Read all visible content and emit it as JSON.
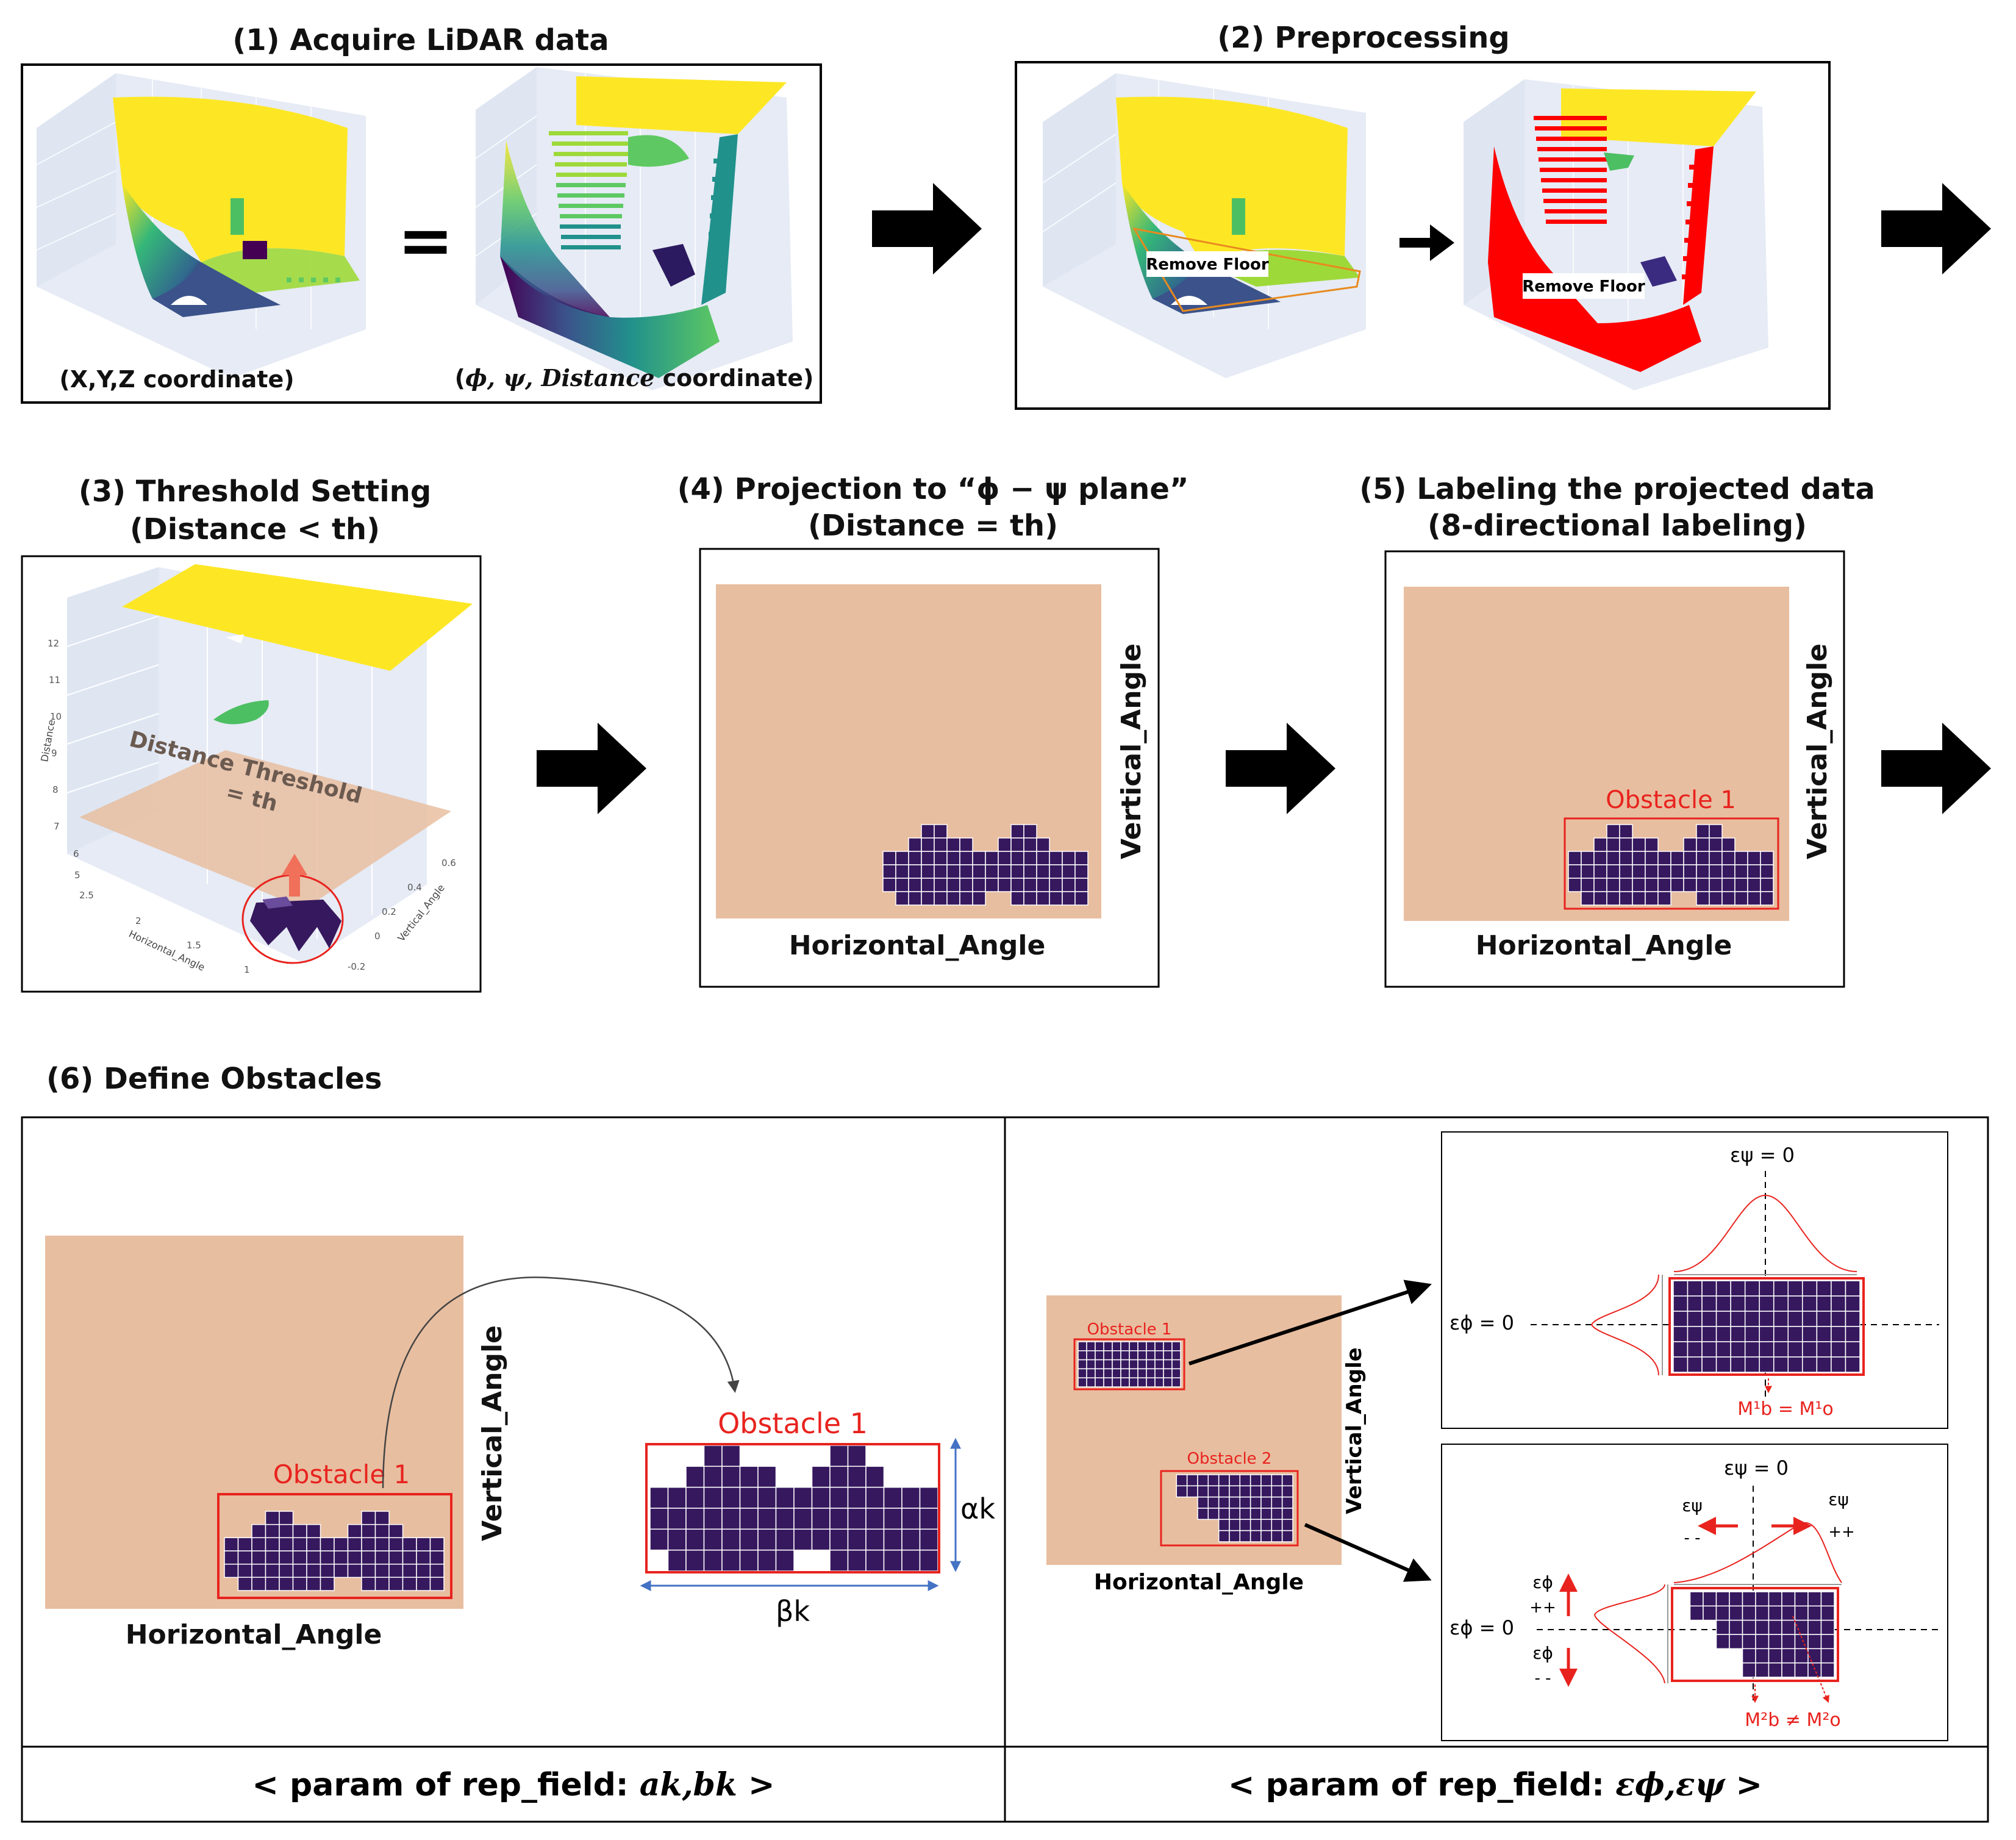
{
  "steps": {
    "s1": {
      "title": "(1) Acquire LiDAR data",
      "cap_left": "(X,Y,Z coordinate)",
      "equals": "=",
      "cap_right_pre": "(",
      "cap_right_sym": "ϕ, ψ, Distance",
      "cap_right_post": " coordinate)"
    },
    "s2": {
      "title": "(2) Preprocessing",
      "label_a": "Remove Floor",
      "label_b": "Remove Floor"
    },
    "s3": {
      "title_1": "(3) Threshold Setting",
      "title_2": "(Distance < th)",
      "plane_1": "Distance Threshold",
      "plane_2": "= th",
      "z_axis": "Distance",
      "x_axis": "Horizontal_Angle",
      "y_axis": "Vertical_Angle"
    },
    "s4": {
      "title_1": "(4) Projection to “ϕ − ψ plane”",
      "title_2": "(Distance = th)",
      "x_axis": "Horizontal_Angle",
      "y_axis": "Vertical_Angle"
    },
    "s5": {
      "title_1": "(5) Labeling the projected data",
      "title_2": "(8-directional labeling)",
      "obstacle": "Obstacle 1",
      "x_axis": "Horizontal_Angle",
      "y_axis": "Vertical_Angle"
    },
    "s6": {
      "title": "(6) Define Obstacles",
      "left": {
        "obstacle": "Obstacle 1",
        "x_axis": "Horizontal_Angle",
        "y_axis": "Vertical_Angle",
        "zoom_obstacle": "Obstacle 1",
        "alpha": "αk",
        "beta": "βk",
        "caption_pre": "< param of rep_field: ",
        "caption_sym": "ak,bk",
        "caption_post": " >"
      },
      "right": {
        "obstacle_1": "Obstacle 1",
        "obstacle_2": "Obstacle 2",
        "x_axis": "Horizontal_Angle",
        "y_axis": "Vertical_Angle",
        "top": {
          "eps_psi": "εψ = 0",
          "eps_phi": "εϕ = 0",
          "m_eq": "M¹b = M¹o"
        },
        "bottom": {
          "eps_psi": "εψ = 0",
          "eps_phi": "εϕ = 0",
          "psi_minus": "εψ",
          "psi_minus_s": "- -",
          "psi_plus": "εψ",
          "psi_plus_s": "++",
          "phi_plus": "εϕ",
          "phi_plus_s": "++",
          "phi_minus": "εϕ",
          "phi_minus_s": "- -",
          "m_neq": "M²b ≠ M²o"
        },
        "caption_pre": "< param of rep_field: ",
        "caption_sym": "εϕ,εψ",
        "caption_post": " >"
      }
    }
  },
  "ticks_s3_z": [
    "12",
    "11",
    "10",
    "9",
    "8",
    "7",
    "6",
    "5"
  ],
  "ticks_s3_x": [
    "2.5",
    "2",
    "1.5",
    "1"
  ],
  "ticks_s3_y": [
    "0.6",
    "0.4",
    "0.2",
    "0",
    "-0.2"
  ],
  "colors": {
    "peach": "#e8bea0",
    "purple": "#36185e",
    "yellow": "#fde725",
    "red": "#e8231e",
    "green": "#4dbf63"
  },
  "obstacle_shape": {
    "cols": 16,
    "rows": 6,
    "col_tops": [
      2,
      2,
      1,
      0,
      0,
      1,
      1,
      2,
      2,
      1,
      0,
      0,
      1,
      2,
      2,
      2
    ],
    "gap_cols_last_row": [
      0,
      8,
      9
    ]
  }
}
